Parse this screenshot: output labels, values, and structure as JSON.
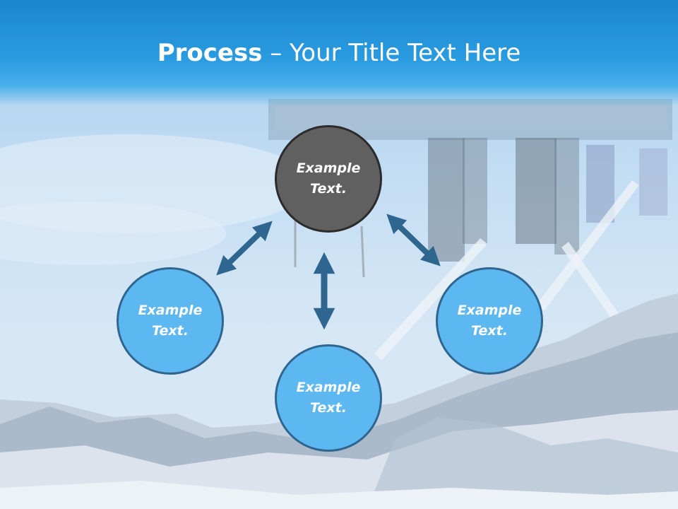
{
  "slide": {
    "title_bold": "Process",
    "title_rest": " – Your Title Text Here"
  },
  "nodes": {
    "center": {
      "label": "Example\nText."
    },
    "left": {
      "label": "Example\nText."
    },
    "bottom": {
      "label": "Example\nText."
    },
    "right": {
      "label": "Example\nText."
    }
  },
  "colors": {
    "title_bar": "#1b86cf",
    "node_fill": "#5db8f2",
    "node_border": "#2f6690",
    "center_fill": "#606060",
    "arrow": "#2f6690"
  },
  "icons": {
    "arrows": [
      "double-arrow-icon",
      "double-arrow-icon",
      "double-arrow-icon"
    ]
  }
}
